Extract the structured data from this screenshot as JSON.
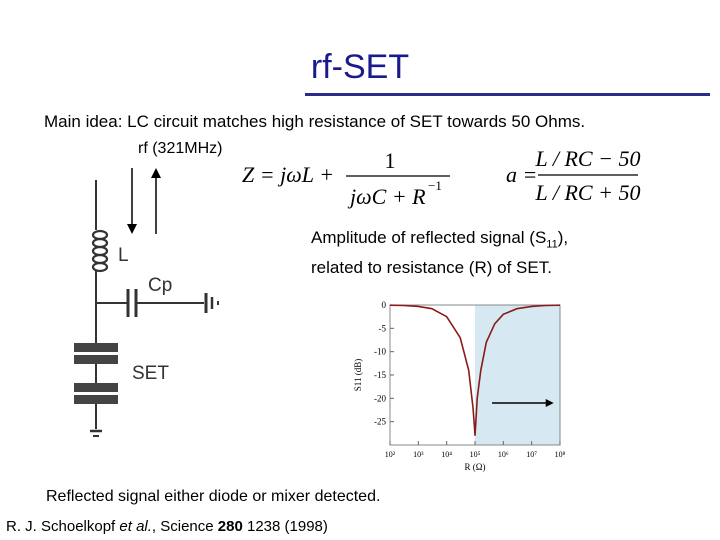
{
  "slide": {
    "title": "rf-SET",
    "main_idea": "Main idea: LC circuit matches high resistance of SET towards 50 Ohms.",
    "rf_label": "rf (321MHz)",
    "amplitude_line1_pre": "Amplitude of reflected signal (S",
    "amplitude_sub": "11",
    "amplitude_line1_post": "),",
    "amplitude_line2": "related to resistance (R) of SET.",
    "reflected_text": "Reflected signal either diode or mixer detected.",
    "citation": {
      "authors": "R. J. Schoelkopf ",
      "etal": "et al.",
      "journal": ", Science ",
      "volume": "280",
      "pages_year": " 1238 (1998)"
    }
  },
  "circuit": {
    "label_L": "L",
    "label_Cp": "Cp",
    "label_SET": "SET"
  },
  "formulas": {
    "z_lhs": "Z = jωL +",
    "z_num": "1",
    "z_den": "jωC + R",
    "z_exp": "−1",
    "a_lhs": "a =",
    "a_num": "L / RC − 50",
    "a_den": "L / RC + 50"
  },
  "chart_data": {
    "type": "line",
    "xlabel": "R (Ω)",
    "ylabel": "S11 (dB)",
    "x_scale": "log",
    "xlim": [
      100,
      100000000
    ],
    "ylim": [
      -30,
      0
    ],
    "x_tick_labels": [
      "10²",
      "10³",
      "10⁴",
      "10⁵",
      "10⁶",
      "10⁷",
      "10⁸"
    ],
    "y_tick_labels": [
      "0",
      "-5",
      "-10",
      "-15",
      "-20",
      "-25"
    ],
    "y_ticks": [
      0,
      -5,
      -10,
      -15,
      -20,
      -25
    ],
    "highlight_region": {
      "x_from": 100000,
      "x_to": 100000000,
      "color": "#d6e9f2"
    },
    "series": [
      {
        "color": "#8b1a1a",
        "points": [
          [
            100,
            -0.05
          ],
          [
            300,
            -0.1
          ],
          [
            1000,
            -0.3
          ],
          [
            3000,
            -0.8
          ],
          [
            10000,
            -2.5
          ],
          [
            30000,
            -7.0
          ],
          [
            60000,
            -14.0
          ],
          [
            85000,
            -22.0
          ],
          [
            95000,
            -26.0
          ],
          [
            100000,
            -28.0
          ],
          [
            105000,
            -26.0
          ],
          [
            120000,
            -20.0
          ],
          [
            160000,
            -14.0
          ],
          [
            250000,
            -8.0
          ],
          [
            500000,
            -4.0
          ],
          [
            1000000,
            -2.0
          ],
          [
            3000000,
            -0.8
          ],
          [
            10000000,
            -0.3
          ],
          [
            30000000,
            -0.1
          ],
          [
            100000000,
            -0.05
          ]
        ]
      }
    ],
    "arrow": {
      "x_from": 400000,
      "x_to": 60000000,
      "y": -21
    }
  }
}
